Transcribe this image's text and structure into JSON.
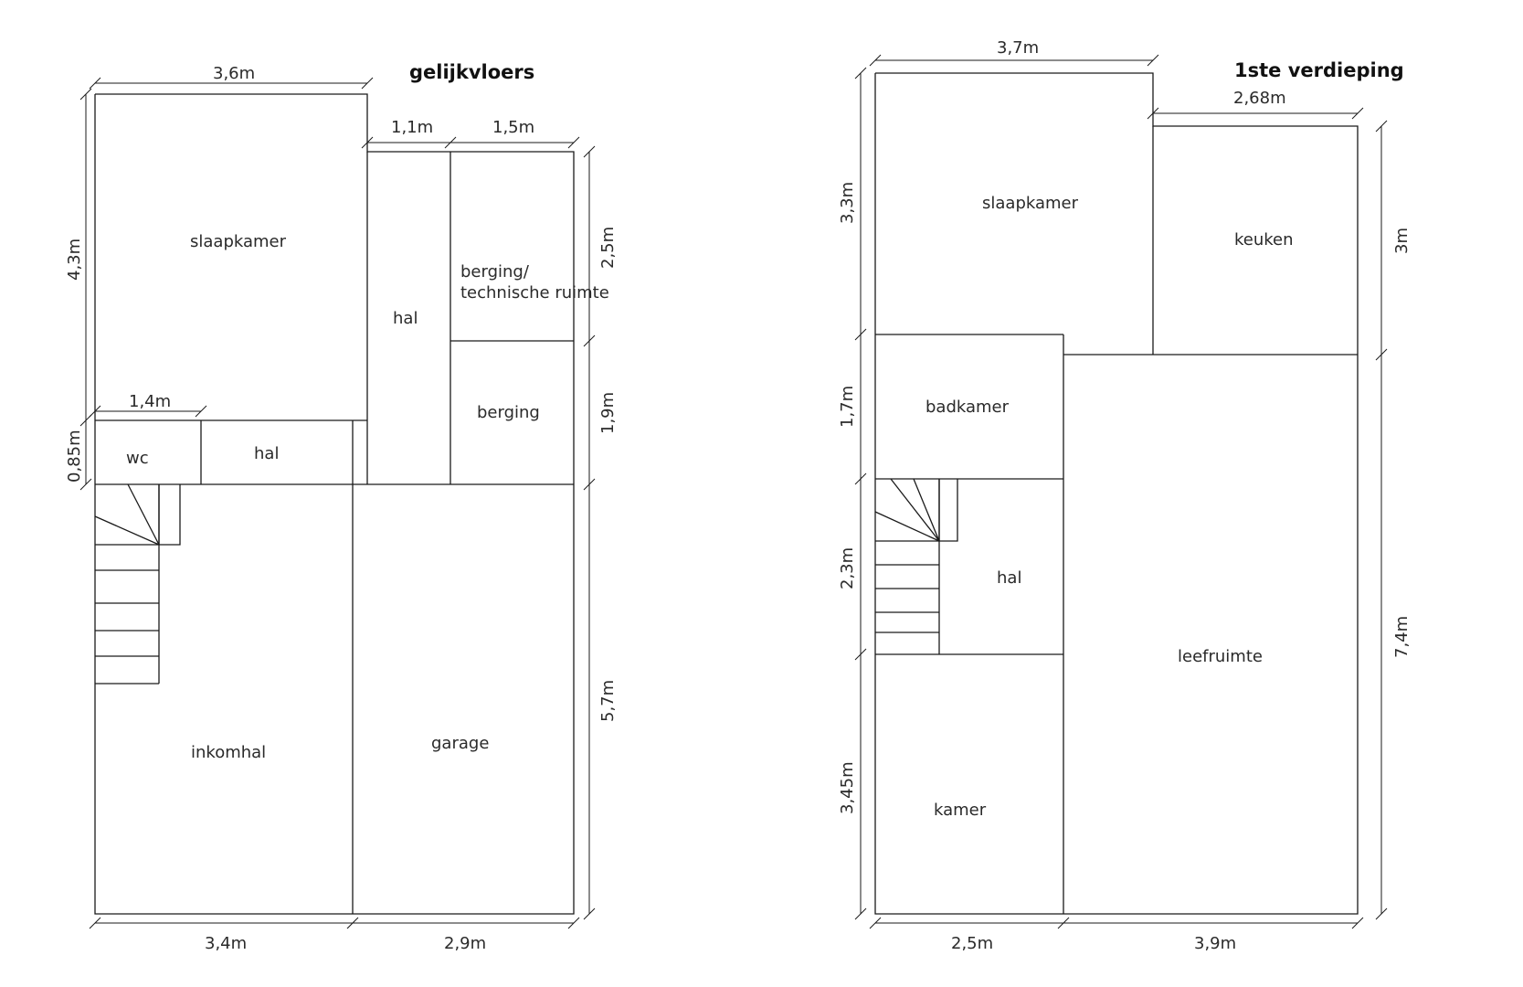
{
  "plans": {
    "ground": {
      "title": "gelijkvloers",
      "rooms": {
        "slaapkamer": "slaapkamer",
        "hal_vertical": "hal",
        "berging_tech_line1": "berging/",
        "berging_tech_line2": "technische ruimte",
        "berging": "berging",
        "wc": "wc",
        "hal_small": "hal",
        "inkomhal": "inkomhal",
        "garage": "garage"
      },
      "dims": {
        "top_width": "3,6m",
        "hal_width": "1,1m",
        "berging_width": "1,5m",
        "wc_width": "1,4m",
        "left_height": "4,3m",
        "wc_height": "0,85m",
        "right_upper": "2,5m",
        "right_middle": "1,9m",
        "right_lower": "5,7m",
        "bottom_left": "3,4m",
        "bottom_right": "2,9m"
      }
    },
    "first": {
      "title": "1ste verdieping",
      "rooms": {
        "slaapkamer": "slaapkamer",
        "keuken": "keuken",
        "badkamer": "badkamer",
        "hal": "hal",
        "leefruimte": "leefruimte",
        "kamer": "kamer"
      },
      "dims": {
        "top_width": "3,7m",
        "keuken_width": "2,68m",
        "left_top": "3,3m",
        "left_bad": "1,7m",
        "left_hal": "2,3m",
        "left_kamer": "3,45m",
        "right_keuken": "3m",
        "right_leef": "7,4m",
        "bottom_left": "2,5m",
        "bottom_right": "3,9m"
      }
    }
  }
}
